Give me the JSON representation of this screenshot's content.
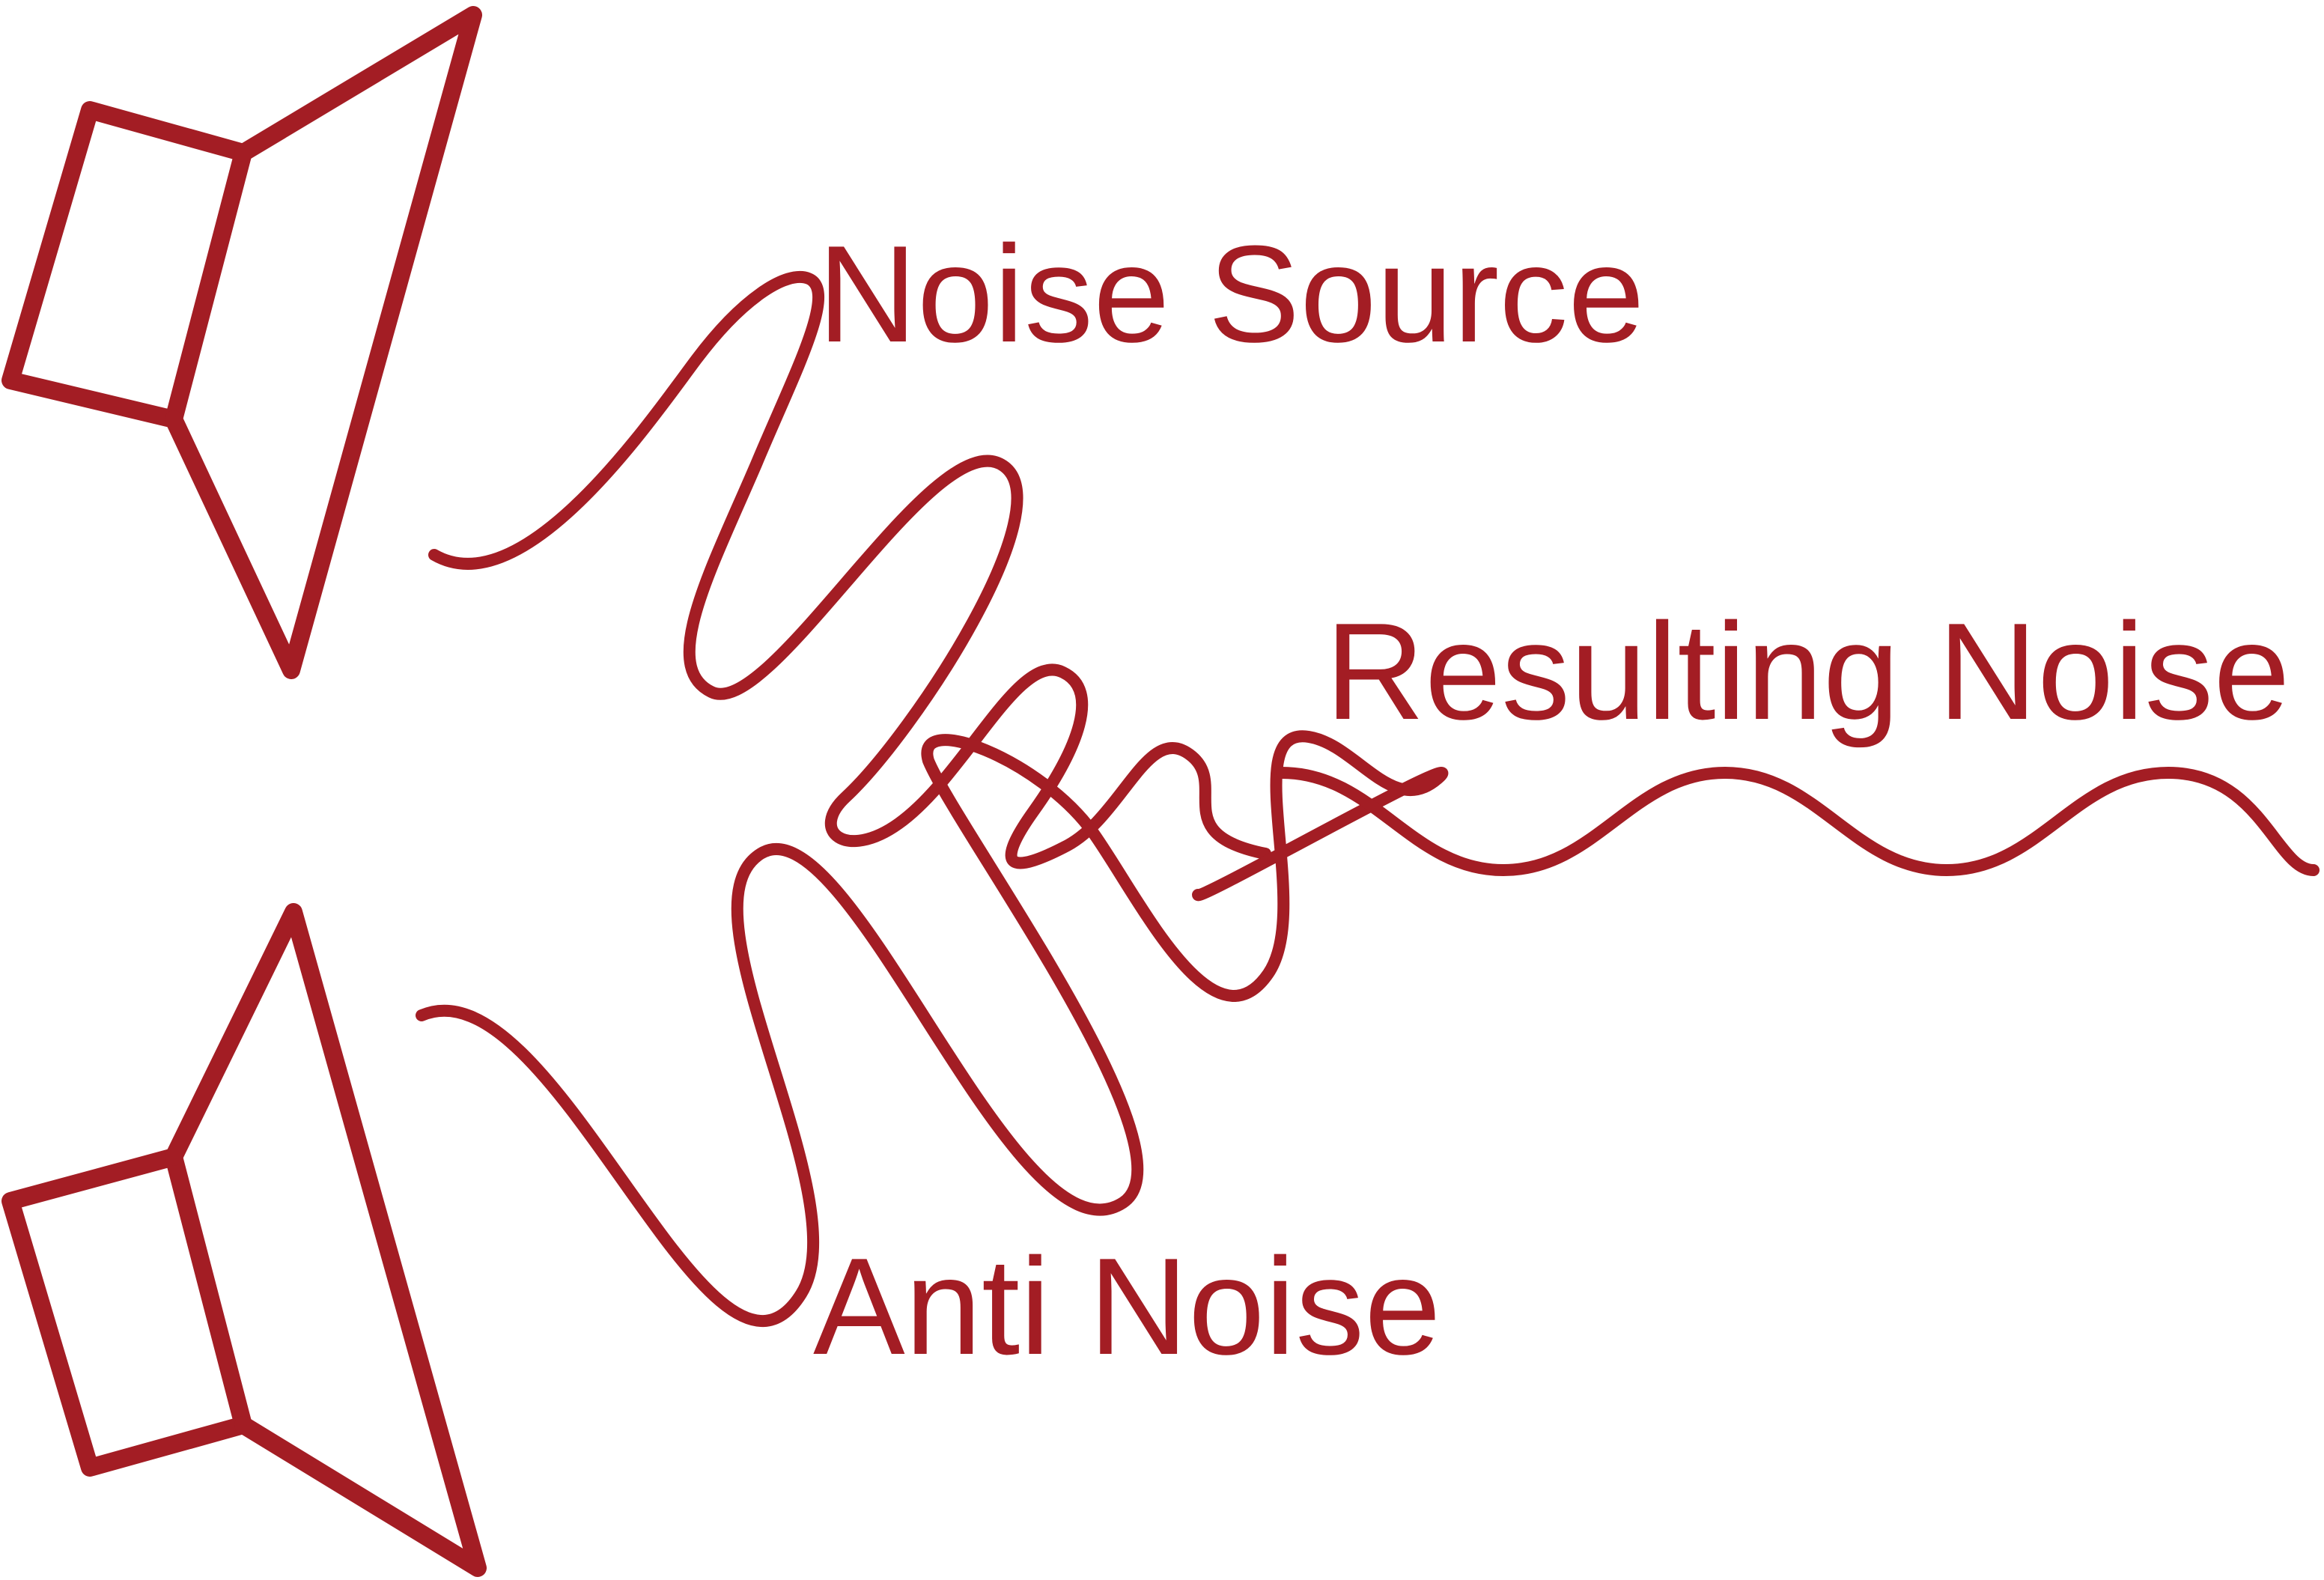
{
  "colors": {
    "primary": "#a31d24",
    "background": "#ffffff"
  },
  "labels": {
    "noise_source": "Noise Source",
    "resulting_noise": "Resulting Noise",
    "anti_noise": "Anti Noise"
  },
  "icons": {
    "top_speaker": "speaker-icon",
    "bottom_speaker": "speaker-icon"
  }
}
